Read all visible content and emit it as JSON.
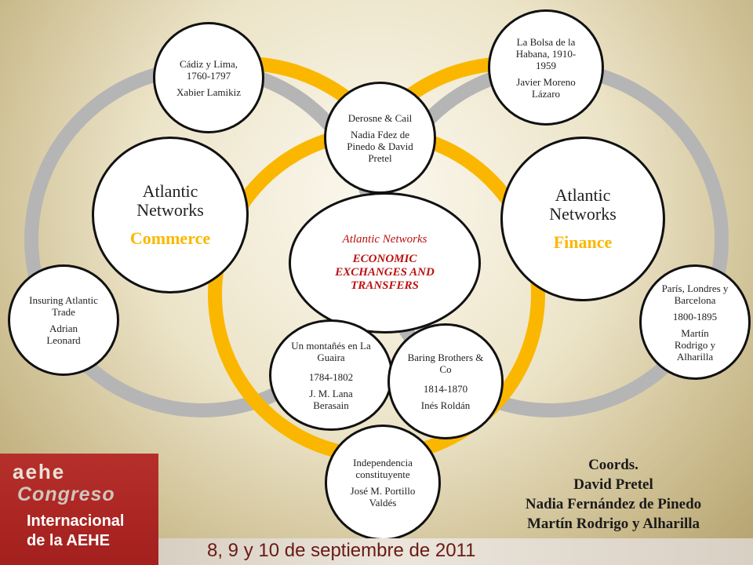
{
  "hub": {
    "title": "Atlantic Networks",
    "subtitle": "ECONOMIC EXCHANGES AND TRANSFERS"
  },
  "commerce": {
    "title": "Atlantic Networks",
    "label": "Commerce"
  },
  "finance": {
    "title": "Atlantic Networks",
    "label": "Finance"
  },
  "nodes": [
    {
      "id": "cadiz",
      "title": "Cádiz y Lima, 1760-1797",
      "line2": "",
      "author": "Xabier Lamikiz"
    },
    {
      "id": "insuring",
      "title": "Insuring Atlantic Trade",
      "line2": "",
      "author": "Adrian Leonard"
    },
    {
      "id": "derosne",
      "title": "Derosne & Cail",
      "line2": "",
      "author": "Nadia Fdez de Pinedo & David Pretel"
    },
    {
      "id": "bolsa",
      "title": "La Bolsa de la Habana, 1910-1959",
      "line2": "",
      "author": "Javier Moreno Lázaro"
    },
    {
      "id": "paris",
      "title": "París, Londres y Barcelona",
      "line2": "1800-1895",
      "author": "Martín Rodrigo y Alharilla"
    },
    {
      "id": "montanes",
      "title": "Un montañés en La Guaira",
      "line2": "1784-1802",
      "author": "J. M. Lana Berasain"
    },
    {
      "id": "baring",
      "title": "Baring Brothers & Co",
      "line2": "1814-1870",
      "author": "Inés Roldán"
    },
    {
      "id": "independencia",
      "title": "Independencia constituyente",
      "line2": "",
      "author": "José M. Portillo Valdés"
    }
  ],
  "coords": [
    "Coords.",
    "David Pretel",
    "Nadia Fernández de Pinedo",
    "Martín Rodrigo y Alharilla"
  ],
  "logo": {
    "line1": "aehe",
    "line2": "Congreso",
    "line3": "Internacional",
    "line4": "de la AEHE"
  },
  "banner": "8, 9 y 10 de septiembre de 2011",
  "colors": {
    "ring_gold": "#fbb700",
    "ring_gray": "#b5b5b5",
    "accent_red": "#b11111",
    "logo_red": "#b62f2b"
  }
}
